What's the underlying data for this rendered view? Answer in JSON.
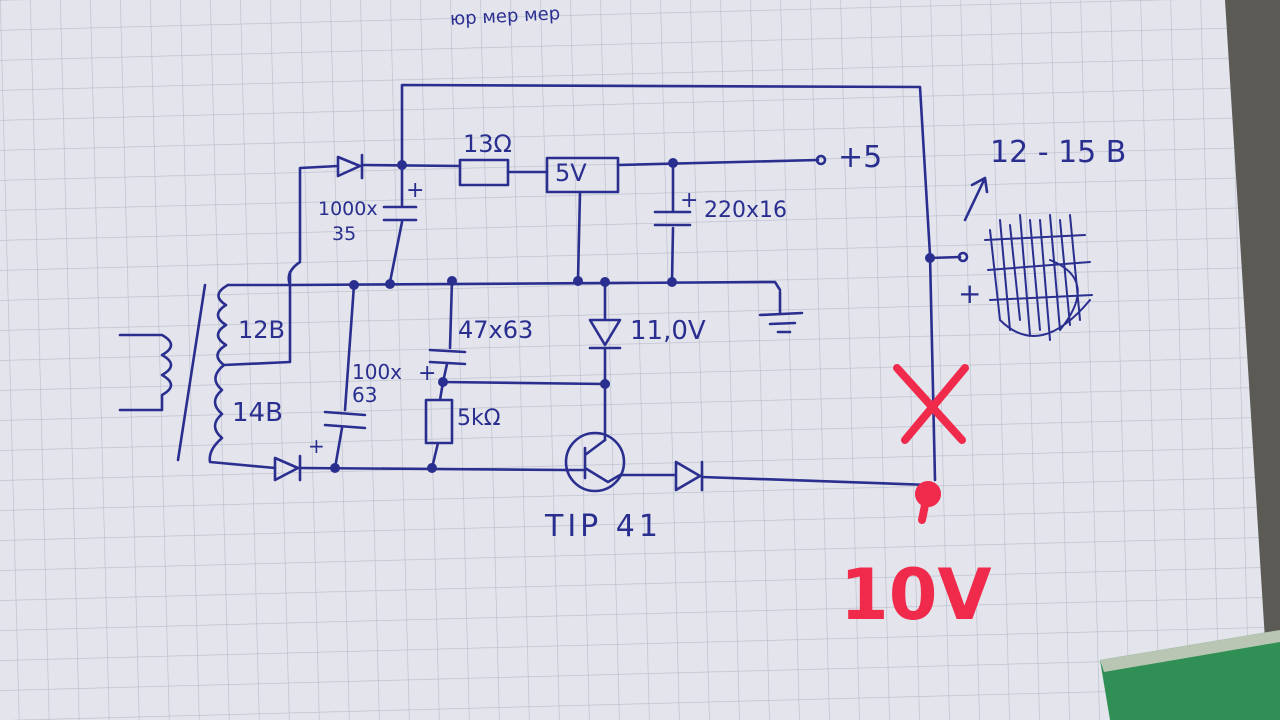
{
  "colors": {
    "ink": "#2a2f8f",
    "marker": "#ef2a4b",
    "paper": "#e3e4ec",
    "grid": "#b7bccb",
    "pcb": "#2f8f55"
  },
  "labels": {
    "top_scribble": "юр мер мер",
    "plus5": "+5",
    "voltage_range": "12 - 15 B",
    "cap_1000_a": "1000x",
    "cap_1000_b": "35",
    "cap_plus": "+",
    "resistor_13": "13Ω",
    "regulator": "5V",
    "cap_220": "220x16",
    "winding_12": "12B",
    "winding_14": "14B",
    "cap_47": "47x63",
    "cap_100_a": "100x",
    "cap_100_b": "63",
    "resistor_5k": "5kΩ",
    "zener": "11,0V",
    "transistor": "TIP 41",
    "output_plus": "+",
    "red_voltage": "10V"
  }
}
